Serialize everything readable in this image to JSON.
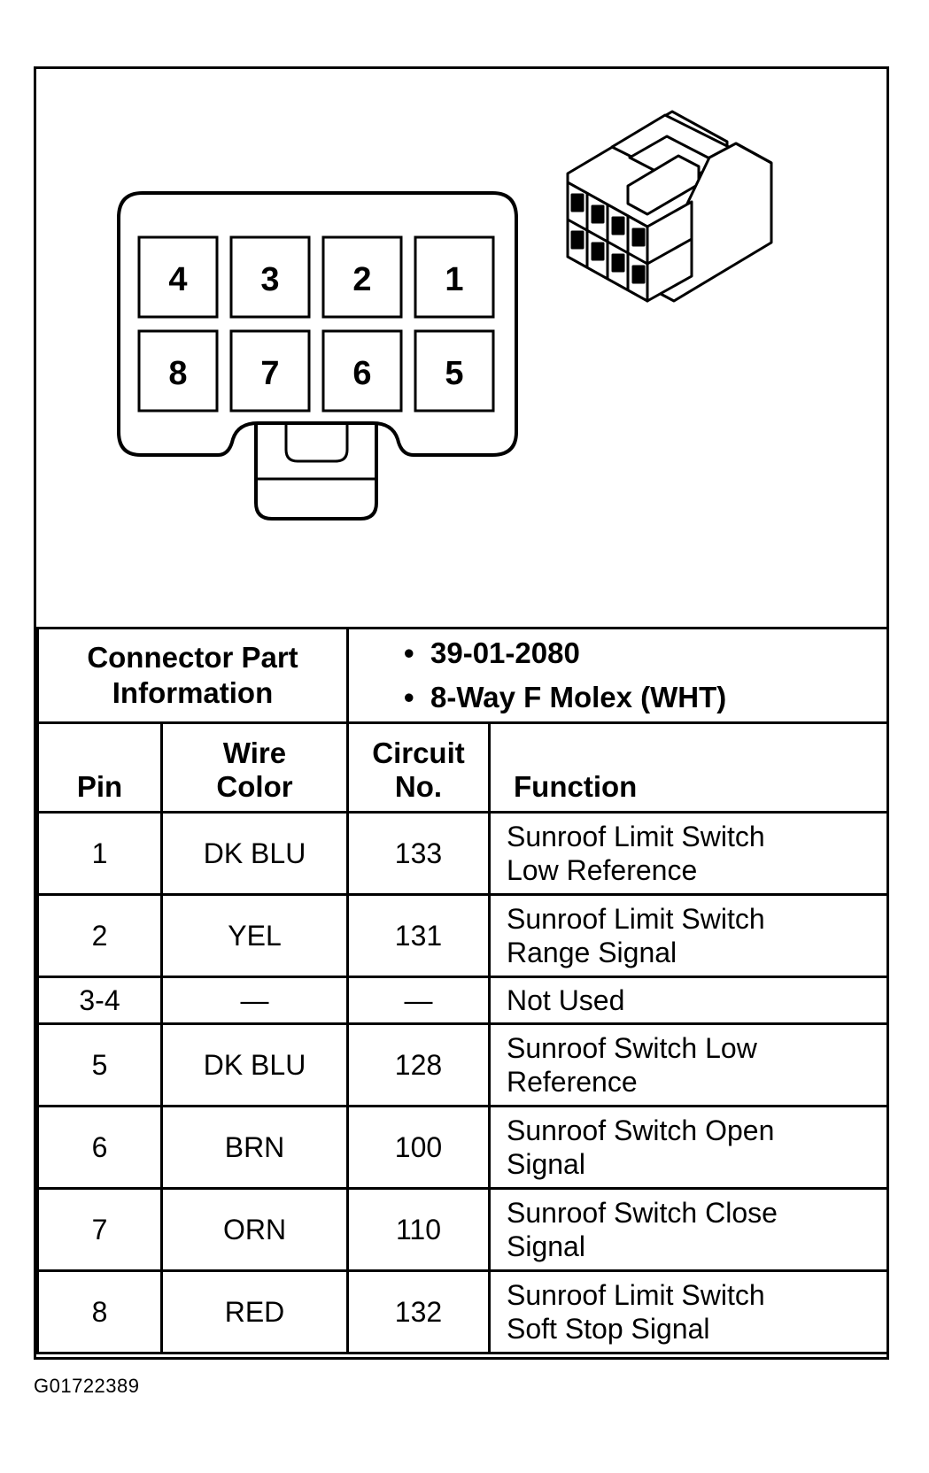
{
  "connector": {
    "pins_top_row": [
      "4",
      "3",
      "2",
      "1"
    ],
    "pins_bottom_row": [
      "8",
      "7",
      "6",
      "5"
    ]
  },
  "part_info": {
    "label_line1": "Connector Part",
    "label_line2": "Information",
    "items": [
      "39-01-2080",
      "8-Way F Molex (WHT)"
    ]
  },
  "table": {
    "headers": {
      "pin": "Pin",
      "wire_color_line1": "Wire",
      "wire_color_line2": "Color",
      "circuit_line1": "Circuit",
      "circuit_line2": "No.",
      "function": "Function"
    },
    "rows": [
      {
        "pin": "1",
        "wire": "DK BLU",
        "circuit": "133",
        "fn1": "Sunroof Limit Switch",
        "fn2": "Low Reference"
      },
      {
        "pin": "2",
        "wire": "YEL",
        "circuit": "131",
        "fn1": "Sunroof Limit Switch",
        "fn2": "Range Signal"
      },
      {
        "pin": "3-4",
        "wire": "—",
        "circuit": "—",
        "fn1": "Not Used",
        "fn2": ""
      },
      {
        "pin": "5",
        "wire": "DK BLU",
        "circuit": "128",
        "fn1": "Sunroof Switch Low",
        "fn2": "Reference"
      },
      {
        "pin": "6",
        "wire": "BRN",
        "circuit": "100",
        "fn1": "Sunroof Switch Open",
        "fn2": "Signal"
      },
      {
        "pin": "7",
        "wire": "ORN",
        "circuit": "110",
        "fn1": "Sunroof Switch Close",
        "fn2": "Signal"
      },
      {
        "pin": "8",
        "wire": "RED",
        "circuit": "132",
        "fn1": "Sunroof Limit Switch",
        "fn2": "Soft Stop Signal"
      }
    ]
  },
  "caption": "G01722389"
}
